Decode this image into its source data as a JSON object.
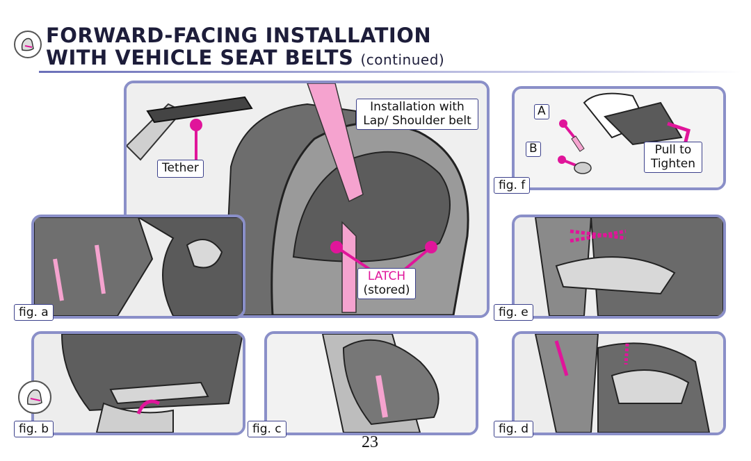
{
  "title": {
    "line1": "FORWARD-FACING INSTALLATION",
    "line2": "WITH VEHICLE SEAT BELTS",
    "continued": "(continued)"
  },
  "callouts": {
    "installation": [
      "Installation with",
      "Lap/ Shoulder belt"
    ],
    "tether": "Tether",
    "latch": "LATCH",
    "stored": "(stored)",
    "pull_to_tighten": [
      "Pull to",
      "Tighten"
    ],
    "label_a": "A",
    "label_b": "B"
  },
  "figures": {
    "a": "fig. a",
    "b": "fig. b",
    "c": "fig. c",
    "d": "fig. d",
    "e": "fig. e",
    "f": "fig. f"
  },
  "page_number": "23",
  "colors": {
    "panel_border": "#8a8fc8",
    "accent_pink": "#e0159a",
    "title_text": "#1d1d3a"
  }
}
